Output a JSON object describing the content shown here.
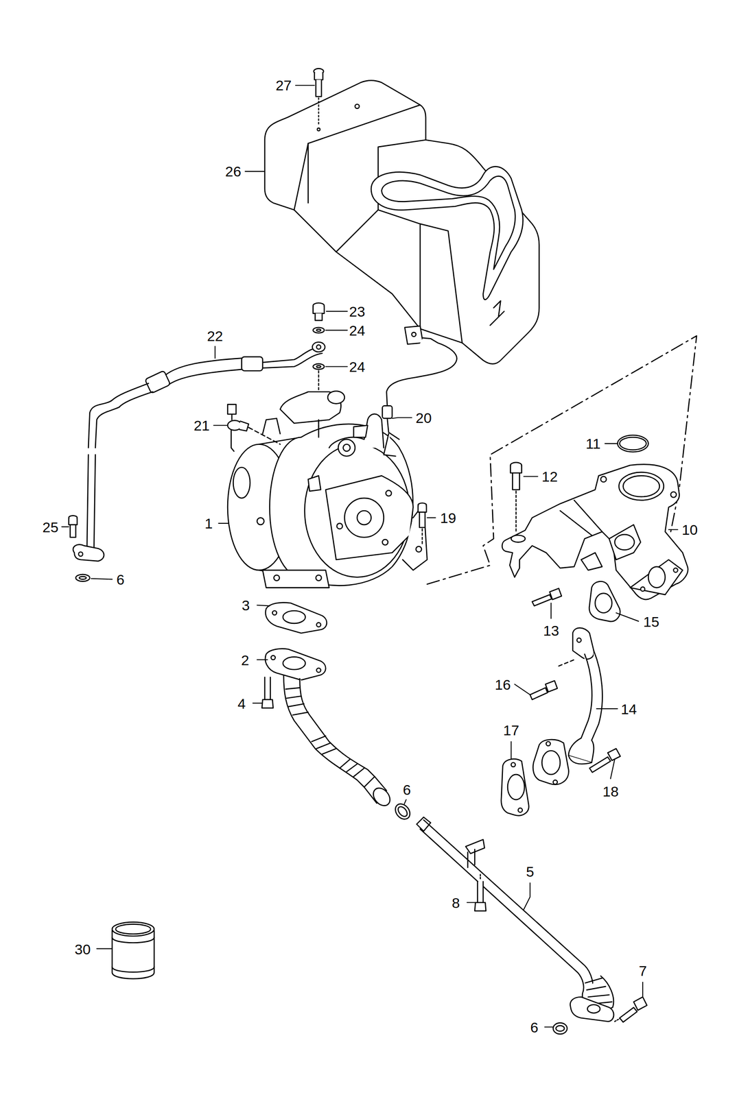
{
  "diagram": {
    "labels": [
      "27",
      "26",
      "23",
      "24",
      "22",
      "24",
      "21",
      "20",
      "11",
      "12",
      "1",
      "19",
      "10",
      "25",
      "6",
      "13",
      "3",
      "15",
      "2",
      "16",
      "14",
      "4",
      "17",
      "18",
      "6",
      "8",
      "5",
      "30",
      "7",
      "6"
    ]
  }
}
